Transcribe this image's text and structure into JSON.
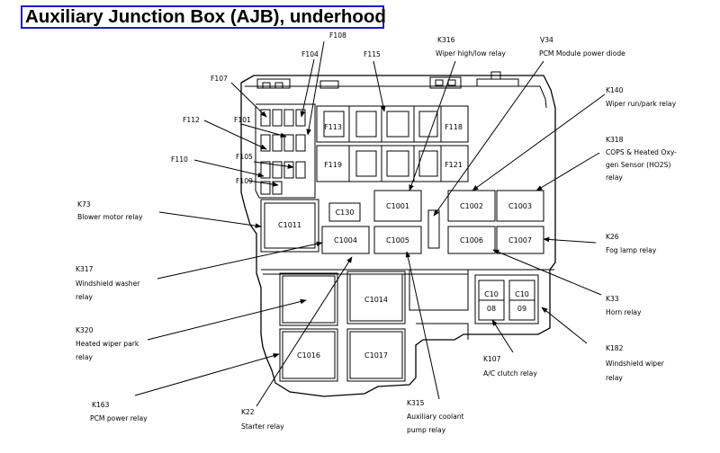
{
  "title": "Auxiliary Junction Box (AJB), underhood",
  "labels": {
    "f108": "F108",
    "f104": "F104",
    "f115": "F115",
    "f107": "F107",
    "f112": "F112",
    "f101": "F101",
    "f110": "F110",
    "f105": "F105",
    "f109": "F109",
    "k316_code": "K316",
    "k316_desc": "Wiper high/low relay",
    "v34_code": "V34",
    "v34_desc": "PCM Module power diode",
    "k140_code": "K140",
    "k140_desc": "Wiper run/park relay",
    "k318_code": "K318",
    "k318_desc1": "COPS & Heated Oxy-",
    "k318_desc2": "gen Sensor (HO2S)",
    "k318_desc3": "relay",
    "k73_code": "K73",
    "k73_desc": "Blower motor relay",
    "k317_code": "K317",
    "k317_desc1": "Windshield washer",
    "k317_desc2": "relay",
    "k320_code": "K320",
    "k320_desc1": "Heated wiper park",
    "k320_desc2": "relay",
    "k163_code": "K163",
    "k163_desc": "PCM power relay",
    "k22_code": "K22",
    "k22_desc": "Starter relay",
    "k315_code": "K315",
    "k315_desc1": "Auxiliary coolant",
    "k315_desc2": "pump relay",
    "k107_code": "K107",
    "k107_desc": "A/C clutch relay",
    "k182_code": "K182",
    "k182_desc1": "Windshield wiper",
    "k182_desc2": "relay",
    "k33_code": "K33",
    "k33_desc": "Horn relay",
    "k26_code": "K26",
    "k26_desc": "Fog lamp relay"
  },
  "connectors": {
    "f113": "F113",
    "f118": "F118",
    "f119": "F119",
    "f121": "F121",
    "c1011": "C1011",
    "c130": "C130",
    "c1001": "C1001",
    "c1002": "C1002",
    "c1003": "C1003",
    "c1004": "C1004",
    "c1005": "C1005",
    "c1006": "C1006",
    "c1007": "C1007",
    "c1014": "C1014",
    "c1016": "C1016",
    "c1017": "C1017",
    "c10a": "C10",
    "c10a_sub": "08",
    "c10b": "C10",
    "c10b_sub": "09"
  }
}
